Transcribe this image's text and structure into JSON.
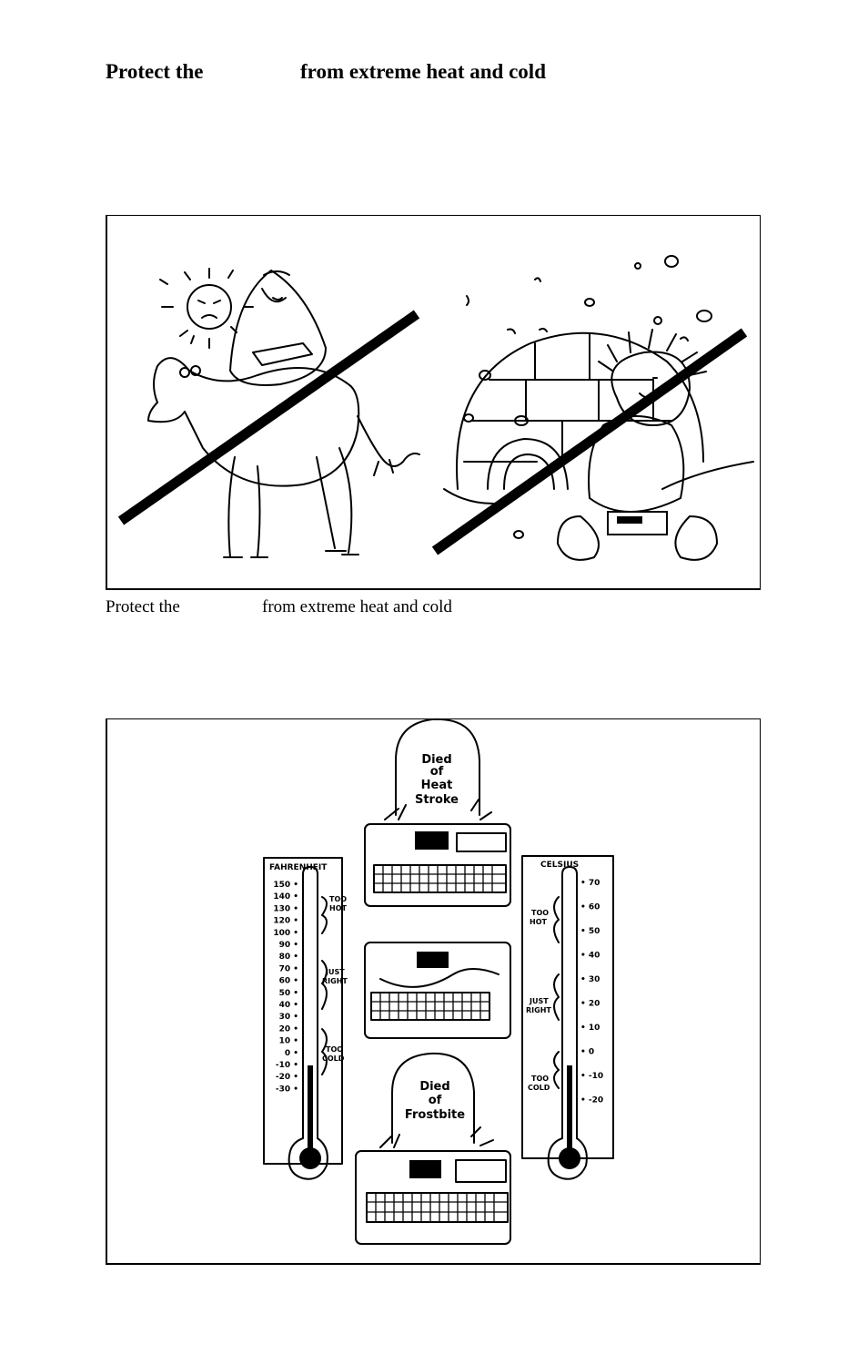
{
  "heading": {
    "prefix": "Protect the",
    "suffix": "from extreme heat and cold"
  },
  "caption": {
    "prefix": "Protect the",
    "suffix": "from extreme heat and cold"
  },
  "illustration2": {
    "tomb_top_line1": "Died",
    "tomb_top_line2": "of",
    "tomb_top_line3": "Heat",
    "tomb_top_line4": "Stroke",
    "tomb_bottom_line1": "Died",
    "tomb_bottom_line2": "of",
    "tomb_bottom_line3": "Frostbite",
    "fahrenheit_title": "FAHRENHEIT",
    "celsius_title": "CELSIUS",
    "fahrenheit_ticks": [
      "150",
      "140",
      "130",
      "120",
      "100",
      "90",
      "80",
      "70",
      "60",
      "50",
      "40",
      "30",
      "20",
      "10",
      "0",
      "-10",
      "-20",
      "-30"
    ],
    "celsius_ticks": [
      "70",
      "60",
      "50",
      "40",
      "30",
      "20",
      "10",
      "0",
      "-10",
      "-20"
    ],
    "label_too_hot_1": "TOO",
    "label_too_hot_2": "HOT",
    "label_just_right_1": "JUST",
    "label_just_right_2": "RIGHT",
    "label_too_cold_1": "TOO",
    "label_too_cold_2": "COLD"
  }
}
